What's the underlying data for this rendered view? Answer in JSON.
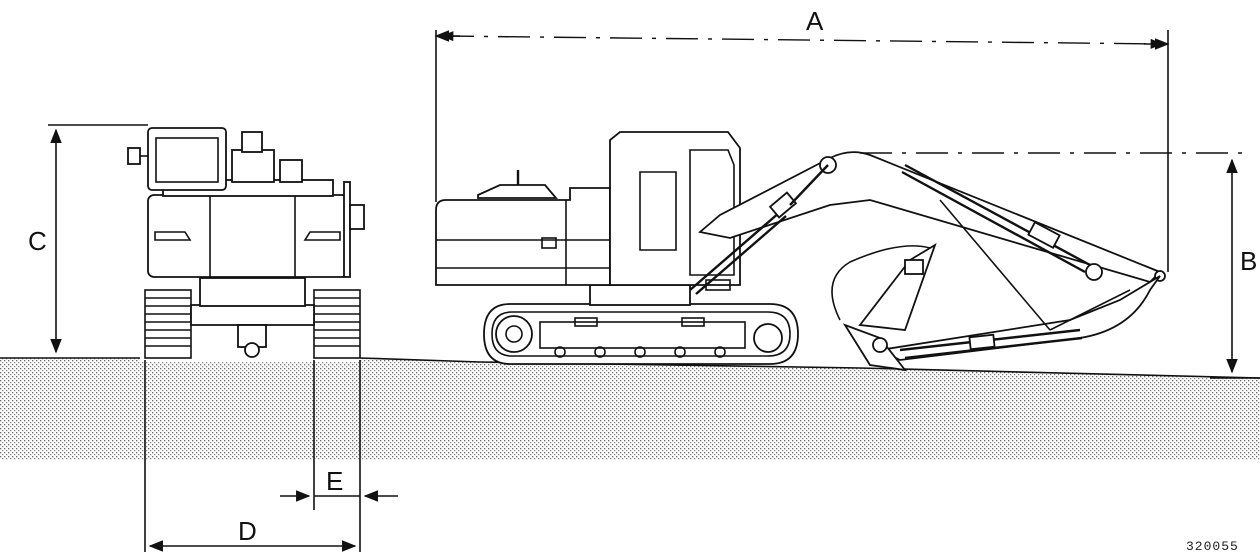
{
  "dimension_labels": {
    "a": "A",
    "b": "B",
    "c": "C",
    "d": "D",
    "e": "E"
  },
  "figure_ref": "320055"
}
